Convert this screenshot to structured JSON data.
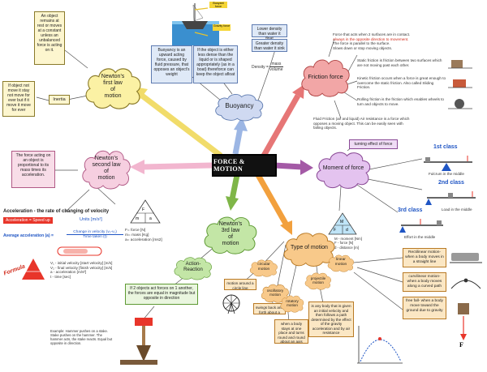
{
  "central": {
    "title": "FORCE & MOTION"
  },
  "newton1": {
    "title": "Newton's\nfirst law\nof\nmotion",
    "def": "An object remains at rest or moves at a constant unless an unbalanced force is acting on it.",
    "inertia_label": "Inertia",
    "inertia_note": "If object not move it stay not move for ever but if it move it move for ever"
  },
  "buoyancy": {
    "title": "Buoyancy",
    "def": "Buoyancy is an upward acting force, caused by fluid pressure, that opposes an object's weight",
    "float_note": "If the object is either less dense than the liquid or is shaped appropriately (as in a boat) thereforce can keep the object afloat",
    "lower_density": "Lower density than water it float",
    "greater_density": "Greater density than water it sink",
    "density_label": "Density =",
    "density_num": "mass",
    "density_den": "volume",
    "img_top_label": "Buoyant force",
    "img_bottom_label": "Gravity force"
  },
  "friction": {
    "title": "Friction force",
    "intro_1": "Force that acts when 2 surfaces are in contact.",
    "intro_2": "Always in the opposite direction to movement.",
    "intro_3": "The force is parallel to the surface.",
    "intro_4": "Slows down or stop moving objects.",
    "static": "Static friction is friction between two surfaces which are not moving past each other.",
    "kinetic": "Kinetic friction occurs when a force is great enough to overcome the static friction. Also called Sliding Friction.",
    "rolling": "Rolling friction is the friction which enables wheels to turn and objects to move.",
    "fluid": "Fluid Friction (air and liquid) Air resistance is a force which opposes a moving object. This can be easily seen with falling objects."
  },
  "newton2": {
    "title": "Newton's\nsecond law\nof\nmotion",
    "def": "The force acting on an object is proportional to its mass times its acceleration.",
    "accel_title": "Acceleration - the rate of changing of velocity",
    "accel_red": "Acceleration = Speed up",
    "units": "Units [m/s²]",
    "avg_label": "Average acceleration (a) =",
    "avg_num": "Change in velocity (v₂-v₁)",
    "avg_den": "Time taken (t)",
    "legend_1": "V₁ - initial velocity  [start velocity]  [m/s]",
    "legend_2": "V₂ - final velocity  [finish velocity]  [m/s]",
    "legend_3": "a - acceleration  [m/s²]",
    "legend_4": "t - time  [sec]",
    "formula_label": "Formula",
    "tri_top": "F",
    "tri_l": "m",
    "tri_r": "a",
    "fma_1": "F= force [N]",
    "fma_2": "m= mass [Kg]",
    "fma_3": "a= acceleration [ms2]"
  },
  "newton3": {
    "title": "Newton's\n3rd law\nof\nmotion",
    "action": "Action-\nReaction",
    "def": "If 2 objects act forces on 1 another, the forces are equal in magnitude but opposite in direction",
    "example": "Example: Hammer pushes on a stake. Stake pushes on the hammer. The hammer acts, the stake reacts. Equal but opposite in direction."
  },
  "moment": {
    "title": "Moment of force",
    "turning": "turning effect of force",
    "class1": "1st class",
    "class2": "2nd class",
    "class3": "3rd class",
    "fulcrum_mid": "Fulcrum in the middle",
    "load_mid": "Load in the middle",
    "effort_mid": "Effort in the middle",
    "m_def_1": "M - moment [Nm]",
    "m_def_2": "F - force [N]",
    "m_def_3": "d - distance [m]",
    "tri_top": "M",
    "tri_l": "F",
    "tri_r": "d"
  },
  "motion_types": {
    "title": "Type of motion",
    "circular": "circular motion",
    "circular_note": "motion around a circle line",
    "oscillatory": "oscillatory motion",
    "oscillatory_note": "swings back and forth about a",
    "rotatory": "rotatory motion",
    "rotatory_note": "when a body stays at one place and turns round and round about an axis",
    "projectile": "projectile motion",
    "projectile_note": "is any body that is given an initial velocity and then follows a path determined by the effect of the gravity acceleration and by air resistance",
    "linear": "linear motion",
    "rectilinear": "Rectilinear motion-when a body moves in a straight line",
    "curvilinear": "curvilinear motion-when a body moves along a curved path",
    "freefall": "free fall- when a body move toward the ground due to gravity"
  },
  "colors": {
    "newton1_fill": "#fbf1a4",
    "buoyancy_fill": "#cfd9f1",
    "friction_fill": "#f2a6a6",
    "newton2_fill": "#f6cfe0",
    "moment_fill": "#e4c3ef",
    "newton3_fill": "#c3e6a6",
    "motion_fill": "#f8c98a",
    "arrow_yellow": "#f1dc6a",
    "arrow_blue": "#9cb6e4",
    "arrow_red": "#e67676",
    "arrow_pink": "#f2b6cf",
    "arrow_purple": "#a45aa6",
    "arrow_green": "#7fb648",
    "arrow_orange": "#f2a03d"
  }
}
